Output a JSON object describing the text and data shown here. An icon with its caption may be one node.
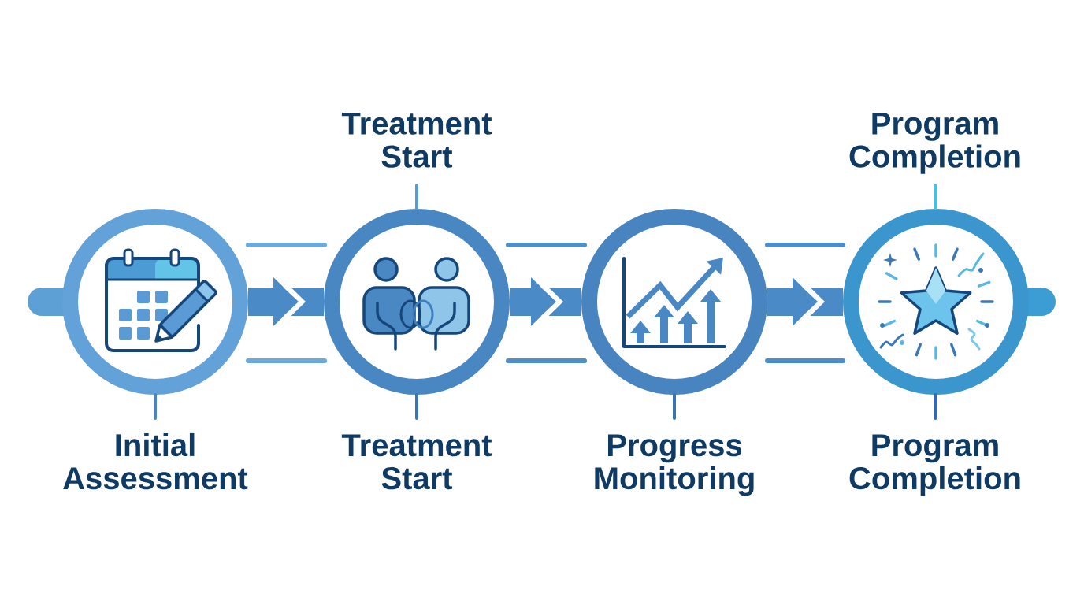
{
  "diagram": {
    "nodes": [
      {
        "text": [
          "Treatment Start"
        ]
      },
      {
        "text": [
          "Program Completion"
        ]
      },
      {
        "text": [],
        "shape": "circle"
      },
      {
        "text": [],
        "shape": "circle"
      },
      {
        "text": [],
        "shape": "circle"
      },
      {
        "text": [],
        "shape": "circle"
      },
      {
        "text": [
          "Initial Assessment"
        ]
      },
      {
        "text": [
          "Treatment Start"
        ]
      },
      {
        "text": [
          "Progress Monitoring"
        ]
      },
      {
        "text": [
          "Program Completion"
        ]
      }
    ],
    "edges": [
      {
        "from": 2,
        "to": 3,
        "arrow": "to",
        "style": "thick"
      },
      {
        "from": 3,
        "to": 4,
        "arrow": "to",
        "style": "thick"
      },
      {
        "from": 4,
        "to": 5,
        "arrow": "to",
        "style": "thick"
      },
      {
        "from": 0,
        "to": 3,
        "arrow": "none"
      },
      {
        "from": 1,
        "to": 5,
        "arrow": "none"
      },
      {
        "from": 6,
        "to": 2,
        "arrow": "none"
      },
      {
        "from": 7,
        "to": 3,
        "arrow": "none"
      },
      {
        "from": 8,
        "to": 4,
        "arrow": "none"
      },
      {
        "from": 9,
        "to": 5,
        "arrow": "none"
      }
    ]
  }
}
